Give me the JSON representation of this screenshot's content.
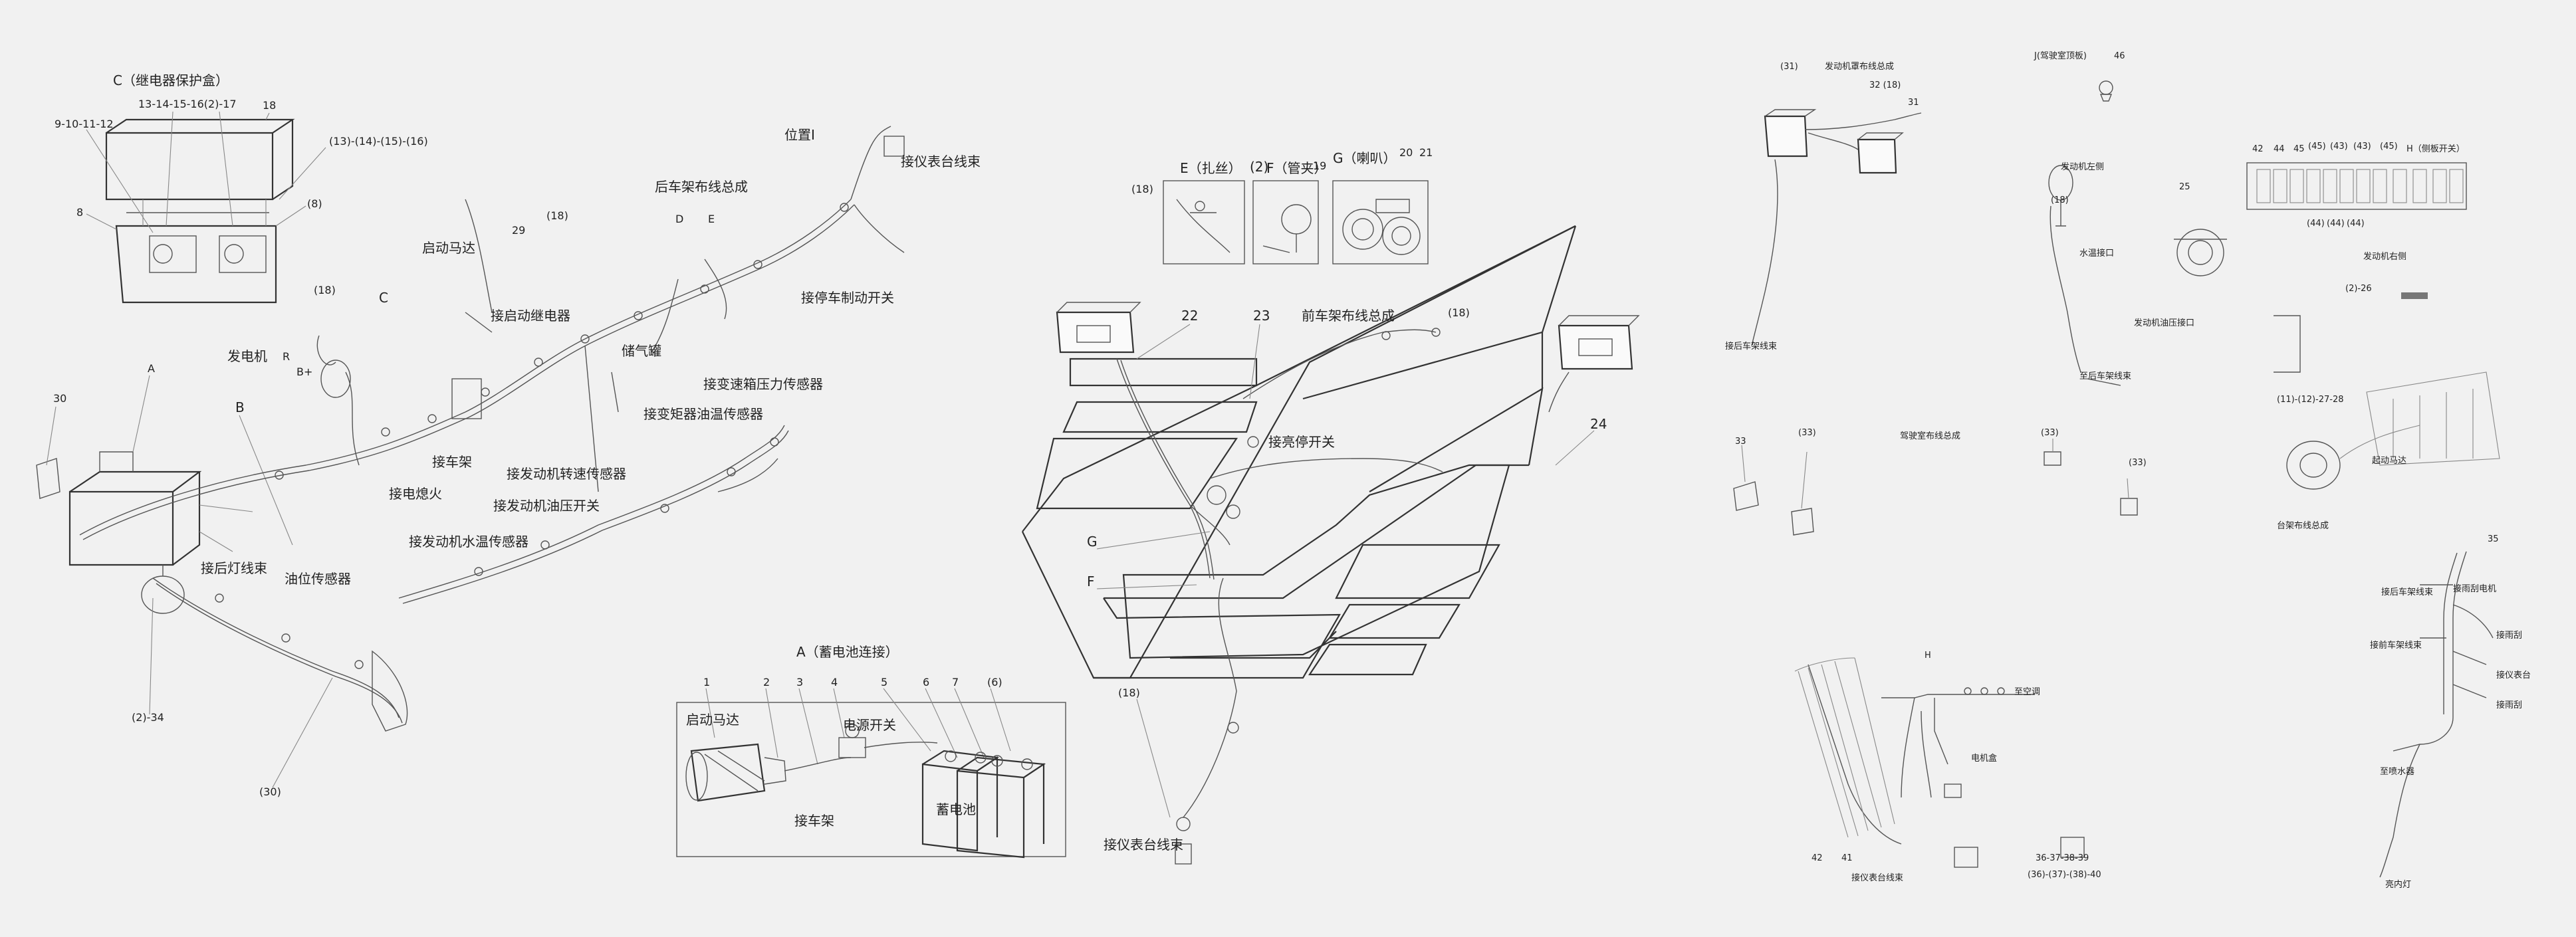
{
  "left_panel": {
    "relay_box_title": "C（继电器保护盒）",
    "relay_parts_row1": "9-10-11-12",
    "relay_parts_row2": "13-14-15-16(2)-17",
    "relay_part_18": "18",
    "relay_bracket_group": "(13)-(14)-(15)-(16)",
    "relay_part_8": "8",
    "relay_part_8b": "(8)",
    "detail_A": "A",
    "detail_B": "B",
    "detail_C": "C",
    "part_30": "30",
    "part_30b": "(30)",
    "part_2_34": "(2)-34",
    "part_18": "(18)",
    "part_29": "29",
    "detail_D": "D",
    "detail_E": "E",
    "generator": "发电机",
    "gen_R": "R",
    "gen_Bplus": "B+",
    "starter_motor": "启动马达",
    "to_start_relay": "接启动继电器",
    "rear_frame_harness": "后车架布线总成",
    "position_I": "位置Ⅰ",
    "to_dash_harness": "接仪表台线束",
    "to_parking_brake": "接停车制动开关",
    "air_tank": "储气罐",
    "to_frame": "接车架",
    "to_flameout": "接电熄火",
    "to_rear_light_harness": "接后灯线束",
    "fuel_level_sensor": "油位传感器",
    "to_trans_pressure": "接变速箱压力传感器",
    "to_converter_temp": "接变矩器油温传感器",
    "to_engine_speed": "接发动机转速传感器",
    "to_engine_oil_pressure": "接发动机油压开关",
    "to_engine_water_temp": "接发动机水温传感器"
  },
  "battery_detail": {
    "title": "A（蓄电池连接）",
    "numbers": [
      "1",
      "2",
      "3",
      "4",
      "5",
      "6",
      "7",
      "(6)"
    ],
    "starter_motor": "启动马达",
    "power_switch": "电源开关",
    "to_frame": "接车架",
    "battery": "蓄电池"
  },
  "center_panel": {
    "detail_E": "E（扎丝）",
    "detail_F": "F（管夹）",
    "detail_F_num": "(2)",
    "detail_G": "G（喇叭）",
    "part_18": "(18)",
    "part_19": "19",
    "part_20": "20",
    "part_21": "21",
    "part_22": "22",
    "part_23": "23",
    "part_24": "24",
    "front_frame_harness": "前车架布线总成",
    "part_18b": "(18)",
    "to_horn_switch": "接亮停开关",
    "label_G": "G",
    "label_F": "F",
    "part_18c": "(18)",
    "to_dash_harness": "接仪表台线束"
  },
  "right_panel": {
    "p31a": "(31)",
    "engine_compartment_harness": "发动机罩布线总成",
    "p32": "32 (18)",
    "p31b": "31",
    "detail_J": "J(驾驶室顶板)",
    "p46": "46",
    "detail_H": "H（侧板开关）",
    "tiny_nums": [
      "42",
      "44",
      "45",
      "(45)",
      "(43)",
      "(43)",
      "(45)"
    ],
    "tiny_nums2": [
      "(44)",
      "(44)",
      "(44)"
    ],
    "p18": "(18)",
    "engine_left": "发动机左侧",
    "p25": "25",
    "engine_right": "发动机右侧",
    "water_temp_port": "水温接口",
    "p2_26": "(2)-26",
    "to_rear_frame_harness": "接后车架线束",
    "engine_oil_port": "发动机油压接口",
    "to_rear_frame_harness2": "至后车架线束",
    "p33a": "33",
    "p33b": "(33)",
    "cab_harness": "驾驶室布线总成",
    "p33c": "(33)",
    "p33d": "(33)",
    "p11_12": "(11)-(12)-27-28",
    "start_motor": "起动马达",
    "chassis_harness": "台架布线总成",
    "p35": "35",
    "to_rear_frame_harness3": "接后车架线束",
    "to_wiper_motor": "接雨刮电机",
    "to_front_frame_harness": "接前车架线束",
    "to_wiper": "接雨刮",
    "to_dash": "接仪表台",
    "to_wiper2": "接雨刮",
    "to_washer": "至喷水器",
    "light_on": "亮内灯",
    "part_H": "H",
    "to_aircon": "至空调",
    "motor_label": "电机盒",
    "p42": "42",
    "p41": "41",
    "to_dash_harness": "接仪表台线束",
    "p36_39": "36-37-38-39",
    "p36_40": "(36)-(37)-(38)-40"
  }
}
